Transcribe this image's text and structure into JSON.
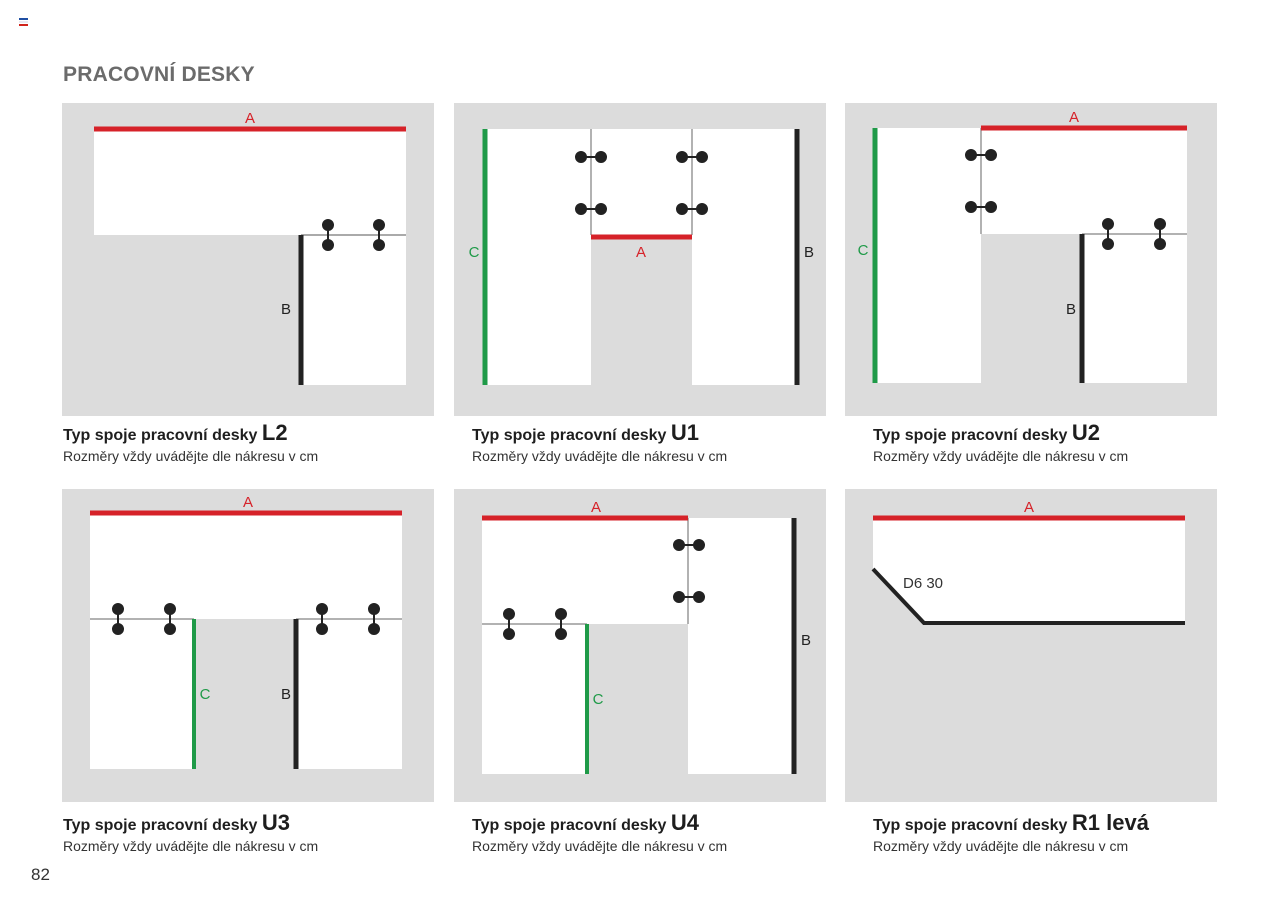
{
  "page": {
    "title": "PRACOVNÍ DESKY",
    "page_number": "82",
    "flag_colors": [
      "#1f4fa3",
      "#ffffff",
      "#d0241c"
    ]
  },
  "colors": {
    "panel_bg": "#dcdcdc",
    "board": "#ffffff",
    "dimension_a": "#d62229",
    "dimension_b": "#222222",
    "dimension_c": "#1f9a48",
    "connector": "#222222"
  },
  "panels": [
    {
      "id": "L2",
      "caption_prefix": "Typ spoje pracovní desky",
      "code": "L2",
      "note": "Rozměry vždy uvádějte dle nákresu v cm",
      "labels": {
        "a": "A",
        "b": "B"
      }
    },
    {
      "id": "U1",
      "caption_prefix": "Typ spoje pracovní desky",
      "code": "U1",
      "note": "Rozměry vždy uvádějte dle nákresu v cm",
      "labels": {
        "a": "A",
        "b": "B",
        "c": "C"
      }
    },
    {
      "id": "U2",
      "caption_prefix": "Typ spoje pracovní desky",
      "code": "U2",
      "note": "Rozměry vždy uvádějte dle nákresu v cm",
      "labels": {
        "a": "A",
        "b": "B",
        "c": "C"
      }
    },
    {
      "id": "U3",
      "caption_prefix": "Typ spoje pracovní desky",
      "code": "U3",
      "note": "Rozměry vždy uvádějte dle nákresu v cm",
      "labels": {
        "a": "A",
        "b": "B",
        "c": "C"
      }
    },
    {
      "id": "U4",
      "caption_prefix": "Typ spoje pracovní desky",
      "code": "U4",
      "note": "Rozměry vždy uvádějte dle nákresu v cm",
      "labels": {
        "a": "A",
        "b": "B",
        "c": "C"
      }
    },
    {
      "id": "R1",
      "caption_prefix": "Typ spoje pracovní desky",
      "code": "R1 levá",
      "note": "Rozměry vždy uvádějte dle nákresu v cm",
      "labels": {
        "a": "A",
        "corner": "D6 30"
      }
    }
  ]
}
